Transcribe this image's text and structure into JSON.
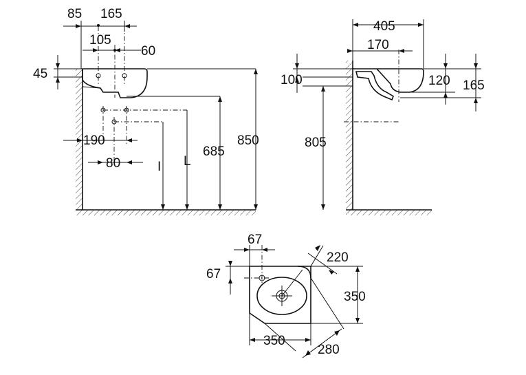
{
  "front_view": {
    "dims": {
      "d85": "85",
      "d165": "165",
      "d105": "105",
      "d60": "60",
      "d45": "45",
      "d190": "190",
      "d80": "80",
      "dI": "I",
      "dL": "L",
      "d685": "685",
      "d850": "850"
    }
  },
  "side_view": {
    "dims": {
      "d405": "405",
      "d170": "170",
      "d100": "100",
      "d120": "120",
      "d165": "165",
      "d805": "805"
    }
  },
  "top_view": {
    "dims": {
      "d67_top": "67",
      "d67_left": "67",
      "d220": "220",
      "d350_right": "350",
      "d350_bottom": "350",
      "d280": "280"
    }
  }
}
